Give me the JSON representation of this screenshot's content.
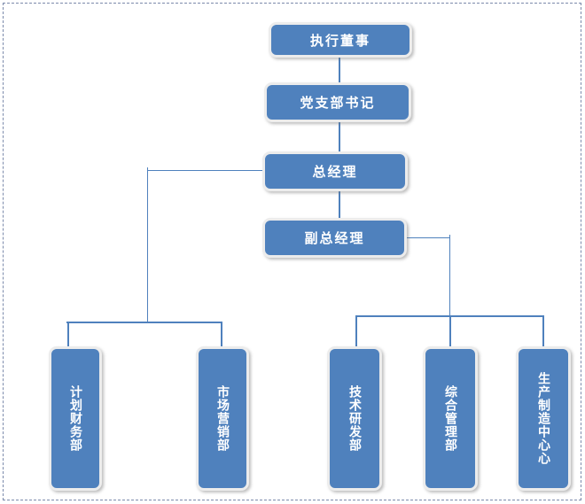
{
  "chart": {
    "type": "org-chart",
    "nodes": {
      "chain": [
        {
          "id": "executive-director",
          "label": "执行董事"
        },
        {
          "id": "party-branch-secretary",
          "label": "党支部书记"
        },
        {
          "id": "general-manager",
          "label": "总经理"
        },
        {
          "id": "deputy-general-manager",
          "label": "副总经理"
        }
      ],
      "left_departments": [
        {
          "id": "planning-finance-dept",
          "label": "计划财务部",
          "parent": "总经理"
        },
        {
          "id": "marketing-dept",
          "label": "市场营销部",
          "parent": "总经理"
        }
      ],
      "right_departments": [
        {
          "id": "tech-rd-dept",
          "label": "技术研发部",
          "parent": "副总经理"
        },
        {
          "id": "general-admin-dept",
          "label": "综合管理部",
          "parent": "副总经理"
        },
        {
          "id": "production-manufacturing-center",
          "label": "生产制造中心心",
          "parent": "副总经理"
        }
      ]
    },
    "colors": {
      "node_fill": "#4f81bd",
      "node_border": "#ececec",
      "node_text": "#ffffff",
      "connector": "#4f81bd",
      "canvas_frame": "#7b8aab",
      "canvas_background": "#ffffff"
    }
  }
}
